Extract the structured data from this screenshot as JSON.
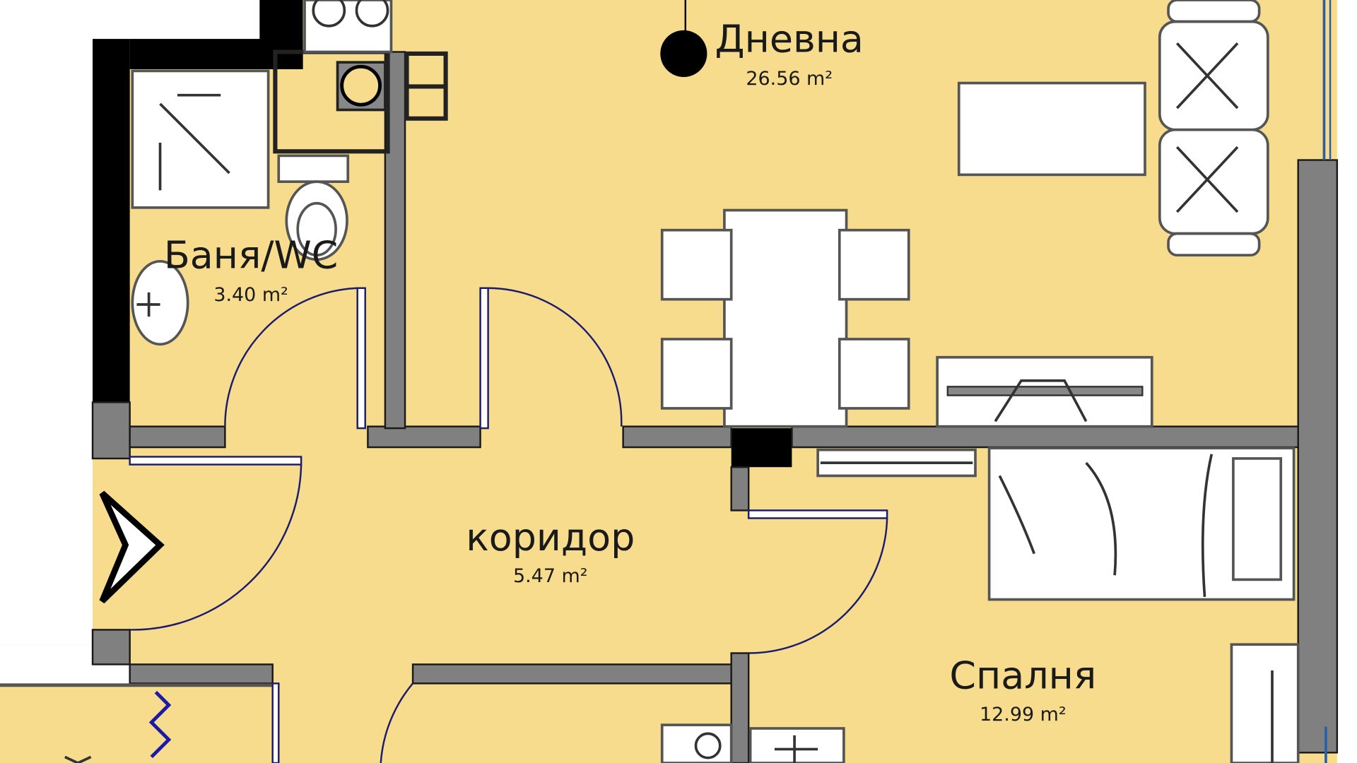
{
  "floor_plan": {
    "colors": {
      "floor": "#F7DC8E",
      "wall": "#808080",
      "structural": "#000000",
      "door": "#1C1C6E"
    },
    "rooms": [
      {
        "name": "Дневна",
        "area": "26.56 m²"
      },
      {
        "name": "Баня/WC",
        "area": "3.40 m²"
      },
      {
        "name": "коридор",
        "area": "5.47 m²"
      },
      {
        "name": "Спалня",
        "area": "12.99 m²"
      }
    ],
    "entrance_icon": "entrance-arrow-icon"
  }
}
